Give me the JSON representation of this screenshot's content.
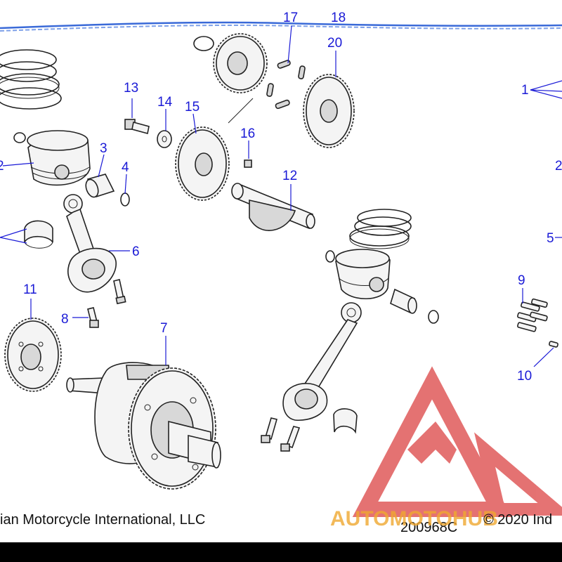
{
  "diagram": {
    "callouts": [
      "1",
      "2",
      "3",
      "4",
      "5",
      "6",
      "7",
      "8",
      "9",
      "10",
      "11",
      "12",
      "13",
      "14",
      "15",
      "16",
      "17",
      "18",
      "20"
    ],
    "footer": {
      "copyright_left": "ian Motorcycle International, LLC",
      "part_number": "200968C",
      "copyright_right": "© 2020 Ind"
    },
    "watermark": {
      "brand": "AUTOMOTOHUB",
      "colors": {
        "triangle": "#e05a5a",
        "text": "#f0a830",
        "text2": "#e05a5a"
      }
    },
    "colors": {
      "callout": "#1a1ad6",
      "border_stripe": "#3a6ad8",
      "ink": "#222222"
    }
  }
}
